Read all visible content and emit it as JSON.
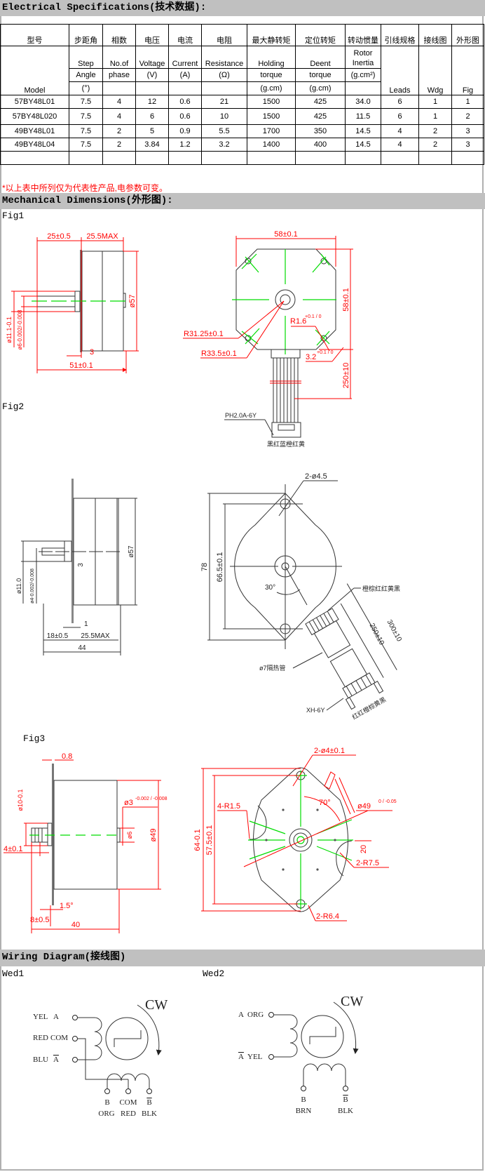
{
  "sections": {
    "electrical": "Electrical Specifications(技术数据):",
    "mechanical": "Mechanical Dimensions(外形图):",
    "wiring": "Wiring Diagram(接线图)"
  },
  "table": {
    "cn_headers": [
      "型号",
      "步距角",
      "相数",
      "电压",
      "电流",
      "电阻",
      "最大静转矩",
      "定位转矩",
      "转动惯量",
      "引线规格",
      "接线图",
      "外形图"
    ],
    "en_row1": {
      "model": "Model",
      "step": "Step",
      "phase": "No.of",
      "voltage": "Voltage",
      "current": "Current",
      "resistance": "Resistance",
      "holding": "Holding",
      "detent": "Deent",
      "inertia": "Rotor Inertia",
      "leads": "Leads",
      "wdg": "Wdg",
      "fig": "Fig"
    },
    "en_row2": {
      "step": "Angle",
      "phase": "phase",
      "voltage": "(V)",
      "current": "(A)",
      "resistance": "(Ω)",
      "holding": "torque",
      "detent": "torque",
      "inertia": "(g.cm²)"
    },
    "en_row3": {
      "step": "(°)",
      "holding": "(g.cm)",
      "detent": "(g.cm)"
    },
    "rows": [
      [
        "57BY48L01",
        "7.5",
        "4",
        "12",
        "0.6",
        "21",
        "1500",
        "425",
        "34.0",
        "6",
        "1",
        "1"
      ],
      [
        "57BY48L020",
        "7.5",
        "4",
        "6",
        "0.6",
        "10",
        "1500",
        "425",
        "11.5",
        "6",
        "1",
        "2"
      ],
      [
        "49BY48L01",
        "7.5",
        "2",
        "5",
        "0.9",
        "5.5",
        "1700",
        "350",
        "14.5",
        "4",
        "2",
        "3"
      ],
      [
        "49BY48L04",
        "7.5",
        "2",
        "3.84",
        "1.2",
        "3.2",
        "1400",
        "400",
        "14.5",
        "4",
        "2",
        "3"
      ]
    ]
  },
  "note": "*以上表中所列仅为代表性产品,电参数可变。",
  "fig1": {
    "title": "Fig1",
    "d25": "25±0.5",
    "d255": "25.5MAX",
    "d57": "ø57",
    "d111": "ø11.1-0.1",
    "d6": "ø6-0.002/-0.008",
    "d3": "3",
    "d51": "51±0.1",
    "d58top": "58±0.1",
    "d58right": "58±0.1",
    "r3125": "R31.25±0.1",
    "r335": "R33.5±0.1",
    "r16": "R1.6",
    "r16tol": "+0.1 / 0",
    "d32": "3.2",
    "d32tol": "+0.1 / 0",
    "d250": "250±10",
    "connector": "PH2.0A-6Y",
    "colors": "黑红蓝橙红黄"
  },
  "fig2": {
    "title": "Fig2",
    "d57": "ø57",
    "d110": "ø11.0",
    "d4": "ø4-0.002/-0.008",
    "d3": "3",
    "d1": "1",
    "d18": "18±0.5",
    "d255": "25.5MAX",
    "d44": "44",
    "d78": "78",
    "d665": "66.5±0.1",
    "holes": "2-ø4.5",
    "angle": "30°",
    "colors_top": "橙棕红红黄黑",
    "d300": "300±10",
    "d250": "250±10",
    "tube": "ø7隔热管",
    "connector": "XH-6Y",
    "colors_bottom": "红红橙棕黄黑"
  },
  "fig3": {
    "title": "Fig3",
    "d08": "0.8",
    "d10": "ø10-0.1",
    "d3": "ø3",
    "d3tol": "-0.002 / -0.008",
    "d6": "ø6",
    "d49side": "ø49",
    "d4": "4±0.1",
    "d15": "1.5°",
    "d8": "8±0.5",
    "d40": "40",
    "holes": "2-ø4±0.1",
    "r15": "4-R1.5",
    "angle": "70°",
    "d49": "ø49",
    "d49tol": "0 / -0.05",
    "d20": "20",
    "r75": "2-R7.5",
    "r64": "2-R6.4",
    "d64": "64-0.1",
    "d575": "57.5±0.1"
  },
  "wiring": {
    "wed1": {
      "title": "Wed1",
      "cw": "CW",
      "left": [
        "YEL",
        "RED",
        "BLU"
      ],
      "left_sig": [
        "A",
        "COM",
        "A"
      ],
      "bottom_sig": [
        "B",
        "COM",
        "B"
      ],
      "bottom_col": [
        "ORG",
        "RED",
        "BLK"
      ]
    },
    "wed2": {
      "title": "Wed2",
      "cw": "CW",
      "left_sig": [
        "A",
        "A"
      ],
      "left": [
        "ORG",
        "YEL"
      ],
      "bottom_sig": [
        "B",
        "B"
      ],
      "bottom_col": [
        "BRN",
        "BLK"
      ]
    }
  }
}
